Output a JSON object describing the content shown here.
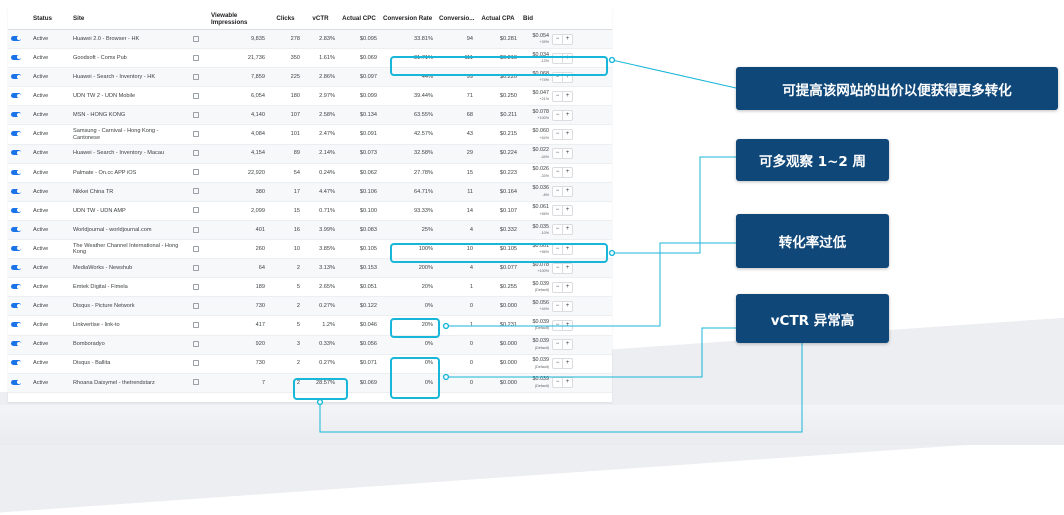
{
  "table": {
    "headers": [
      "",
      "Status",
      "Site",
      "",
      "Viewable Impressions",
      "Clicks",
      "vCTR",
      "Actual CPC",
      "Conversion Rate",
      "Conversio...",
      "Actual CPA",
      "Bid"
    ],
    "rows": [
      {
        "status": "Active",
        "site": "Huawei 2.0 - Browser - HK",
        "impr": "9,835",
        "clicks": "278",
        "vctr": "2.83%",
        "cpc": "$0.095",
        "cr": "33.81%",
        "conv": "94",
        "cpa": "$0.281",
        "bid": "$0.054",
        "bid_sub": "+39%"
      },
      {
        "status": "Active",
        "site": "Goodsoft - Coms Pub",
        "impr": "21,736",
        "clicks": "350",
        "vctr": "1.61%",
        "cpc": "$0.069",
        "cr": "31.71%",
        "conv": "111",
        "cpa": "$0.218",
        "bid": "$0.034",
        "bid_sub": "-13%"
      },
      {
        "status": "Active",
        "site": "Huawei - Search - Inventory - HK",
        "impr": "7,859",
        "clicks": "225",
        "vctr": "2.86%",
        "cpc": "$0.097",
        "cr": "44%",
        "conv": "99",
        "cpa": "$0.220",
        "bid": "$0.068",
        "bid_sub": "+74%"
      },
      {
        "status": "Active",
        "site": "UDN TW 2 - UDN Mobile",
        "impr": "6,054",
        "clicks": "180",
        "vctr": "2.97%",
        "cpc": "$0.099",
        "cr": "39.44%",
        "conv": "71",
        "cpa": "$0.250",
        "bid": "$0.047",
        "bid_sub": "+21%"
      },
      {
        "status": "Active",
        "site": "MSN - HONG KONG",
        "impr": "4,140",
        "clicks": "107",
        "vctr": "2.58%",
        "cpc": "$0.134",
        "cr": "63.55%",
        "conv": "68",
        "cpa": "$0.211",
        "bid": "$0.078",
        "bid_sub": "+100%"
      },
      {
        "status": "Active",
        "site": "Samsung - Carnival - Hong Kong - Cantonese",
        "impr": "4,084",
        "clicks": "101",
        "vctr": "2.47%",
        "cpc": "$0.091",
        "cr": "42.57%",
        "conv": "43",
        "cpa": "$0.215",
        "bid": "$0.060",
        "bid_sub": "+54%"
      },
      {
        "status": "Active",
        "site": "Huawei - Search - Inventory - Macau",
        "impr": "4,154",
        "clicks": "89",
        "vctr": "2.14%",
        "cpc": "$0.073",
        "cr": "32.58%",
        "conv": "29",
        "cpa": "$0.224",
        "bid": "$0.022",
        "bid_sub": "-44%"
      },
      {
        "status": "Active",
        "site": "Palmate - On.cc APP iOS",
        "impr": "22,920",
        "clicks": "54",
        "vctr": "0.24%",
        "cpc": "$0.062",
        "cr": "27.78%",
        "conv": "15",
        "cpa": "$0.223",
        "bid": "$0.026",
        "bid_sub": "-33%"
      },
      {
        "status": "Active",
        "site": "Nikkei China TR",
        "impr": "380",
        "clicks": "17",
        "vctr": "4.47%",
        "cpc": "$0.106",
        "cr": "64.71%",
        "conv": "11",
        "cpa": "$0.164",
        "bid": "$0.036",
        "bid_sub": "-8%"
      },
      {
        "status": "Active",
        "site": "UDN TW - UDN AMP",
        "impr": "2,099",
        "clicks": "15",
        "vctr": "0.71%",
        "cpc": "$0.100",
        "cr": "93.33%",
        "conv": "14",
        "cpa": "$0.107",
        "bid": "$0.061",
        "bid_sub": "+56%"
      },
      {
        "status": "Active",
        "site": "Worldjournal - worldjournal.com",
        "impr": "401",
        "clicks": "16",
        "vctr": "3.99%",
        "cpc": "$0.083",
        "cr": "25%",
        "conv": "4",
        "cpa": "$0.332",
        "bid": "$0.035",
        "bid_sub": "-10%"
      },
      {
        "status": "Active",
        "site": "The Weather Channel International - Hong Kong",
        "impr": "260",
        "clicks": "10",
        "vctr": "3.85%",
        "cpc": "$0.105",
        "cr": "100%",
        "conv": "10",
        "cpa": "$0.105",
        "bid": "$0.061",
        "bid_sub": "+56%"
      },
      {
        "status": "Active",
        "site": "MediaWorks - Newshub",
        "impr": "64",
        "clicks": "2",
        "vctr": "3.13%",
        "cpc": "$0.153",
        "cr": "200%",
        "conv": "4",
        "cpa": "$0.077",
        "bid": "$0.078",
        "bid_sub": "+100%"
      },
      {
        "status": "Active",
        "site": "Emtek Digital - Fimela",
        "impr": "189",
        "clicks": "5",
        "vctr": "2.65%",
        "cpc": "$0.051",
        "cr": "20%",
        "conv": "1",
        "cpa": "$0.255",
        "bid": "$0.039",
        "bid_sub": "(Default)"
      },
      {
        "status": "Active",
        "site": "Disqus - Picture Network",
        "impr": "730",
        "clicks": "2",
        "vctr": "0.27%",
        "cpc": "$0.122",
        "cr": "0%",
        "conv": "0",
        "cpa": "$0.000",
        "bid": "$0.056",
        "bid_sub": "+44%"
      },
      {
        "status": "Active",
        "site": "Linkvertise - link-to",
        "impr": "417",
        "clicks": "5",
        "vctr": "1.2%",
        "cpc": "$0.046",
        "cr": "20%",
        "conv": "1",
        "cpa": "$0.231",
        "bid": "$0.039",
        "bid_sub": "(Default)"
      },
      {
        "status": "Active",
        "site": "Bomboradyo",
        "impr": "920",
        "clicks": "3",
        "vctr": "0.33%",
        "cpc": "$0.056",
        "cr": "0%",
        "conv": "0",
        "cpa": "$0.000",
        "bid": "$0.039",
        "bid_sub": "(Default)"
      },
      {
        "status": "Active",
        "site": "Disqus - Ballita",
        "impr": "730",
        "clicks": "2",
        "vctr": "0.27%",
        "cpc": "$0.071",
        "cr": "0%",
        "conv": "0",
        "cpa": "$0.000",
        "bid": "$0.039",
        "bid_sub": "(Default)"
      },
      {
        "status": "Active",
        "site": "Rhoana Daisymel - thetrendstarz",
        "impr": "7",
        "clicks": "2",
        "vctr": "28.57%",
        "cpc": "$0.069",
        "cr": "0%",
        "conv": "0",
        "cpa": "$0.000",
        "bid": "$0.039",
        "bid_sub": "(Default)"
      }
    ],
    "stepper_minus": "−",
    "stepper_plus": "+"
  },
  "callouts": {
    "raise_bid": "可提高该网站的出价以便获得更多转化",
    "observe": "可多观察 1~2 周",
    "low_cr": "转化率过低",
    "high_vctr": "vCTR 异常高"
  },
  "colors": {
    "highlight": "#18b6d8",
    "callout_bg": "#0f4778",
    "toggle": "#1a73e8"
  }
}
